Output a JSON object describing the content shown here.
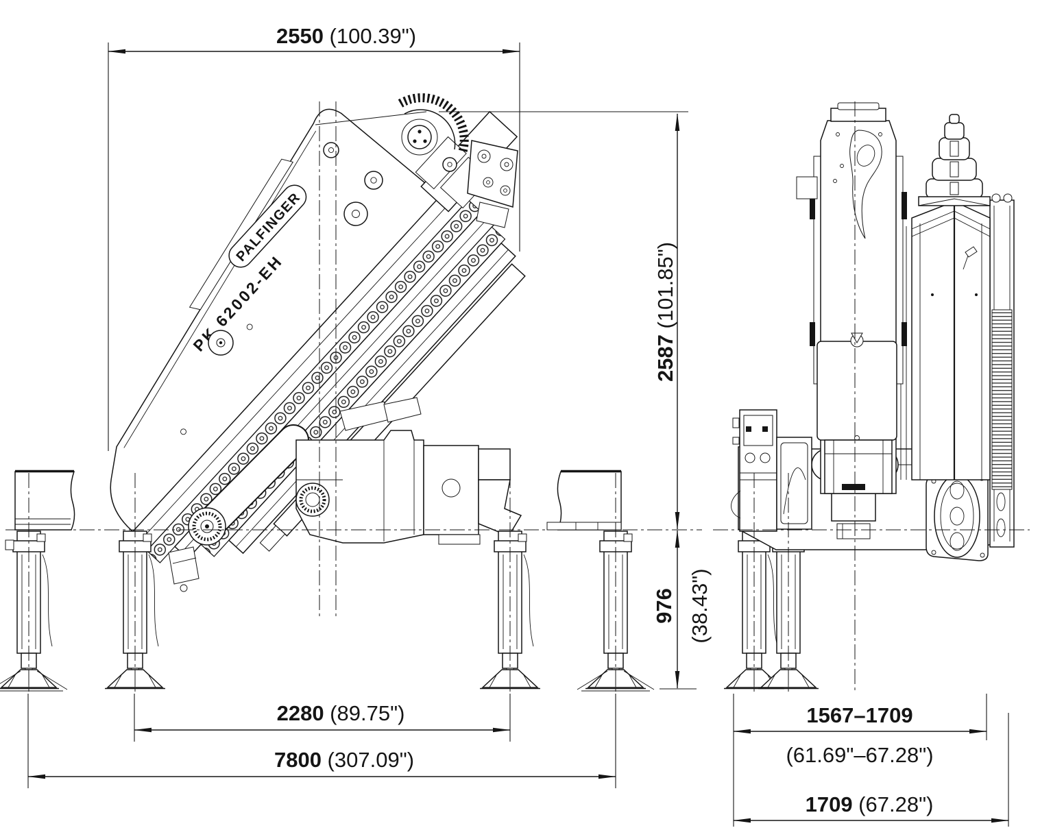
{
  "title": "PALFINGER PK 62002-EH loader crane dimension drawing",
  "crane": {
    "model": "PK 62002-EH",
    "brand": "PALFINGER"
  },
  "dims": {
    "top_width_mm": "2550",
    "top_width_in": " (100.39\")",
    "height_above_mm": "2587",
    "height_above_in": " (101.85\")",
    "height_below_mm": "976",
    "height_below_in": "(38.43\")",
    "inner_span_mm": "2280",
    "inner_span_in": " (89.75\")",
    "outer_span_mm": "7800",
    "outer_span_in": " (307.09\")",
    "rear_range_mm": "1567–1709",
    "rear_range_in": "(61.69\"–67.28\")",
    "rear_max_mm": "1709",
    "rear_max_in": " (67.28\")"
  }
}
